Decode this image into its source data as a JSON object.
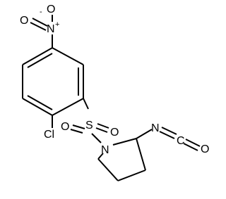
{
  "atoms": {
    "o_minus": "O",
    "o_minus_charge": "-",
    "n_nitro": "N",
    "n_nitro_charge": "+",
    "o_nitro": "O",
    "cl": "Cl",
    "s": "S",
    "o_sulfonyl_left": "O",
    "o_sulfonyl_right": "O",
    "n_ring": "N",
    "n_isocyanate": "N",
    "c_isocyanate": "C",
    "o_isocyanate": "O"
  }
}
